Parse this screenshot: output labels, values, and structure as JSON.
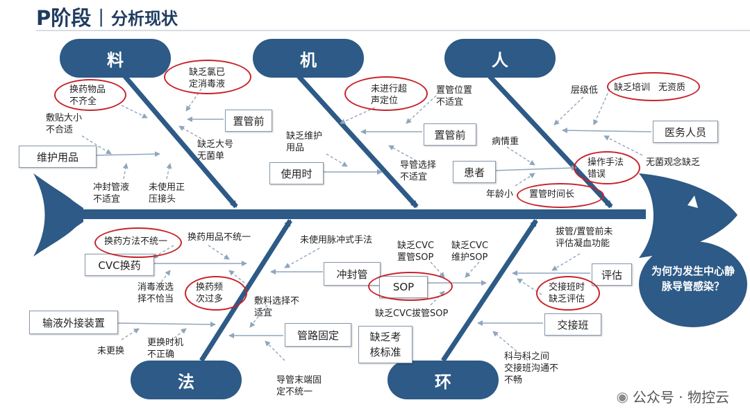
{
  "header": {
    "title": "P阶段",
    "separator": "|",
    "subtitle": "分析现状"
  },
  "categories": {
    "material": "料",
    "machine": "机",
    "people": "人",
    "method": "法",
    "environment": "环"
  },
  "question": "为何为发生中心静脉导管感染？",
  "material": {
    "box_before": "置管前",
    "box_supplies": "维护用品",
    "label_incomplete": "换药物品\n不齐全",
    "label_disinfect": "缺乏氯已\n定消毒液",
    "label_dressing": "敷贴大小\n不合适",
    "label_sterile": "缺乏大号\n无菌单",
    "label_seal": "冲封管液\n不适宜",
    "label_connector": "未使用正\n压接头"
  },
  "machine": {
    "box_before": "置管前",
    "box_use": "使用时",
    "label_ultrasound": "未进行超\n声定位",
    "label_position": "置管位置\n不适宜",
    "label_lack": "缺乏维护\n用品",
    "label_choice": "导管选择\n不适宜"
  },
  "people": {
    "box_staff": "医务人员",
    "box_patient": "患者",
    "label_level": "层级低",
    "label_training": "缺乏培训",
    "label_quality": "无资质",
    "label_sick": "病情重",
    "label_operation": "操作手法\n错误",
    "label_aseptic": "无菌观念缺乏",
    "label_age": "年龄小",
    "label_duration": "置管时间长"
  },
  "method": {
    "box_cvc": "CVC换药",
    "box_infusion": "输液外接装置",
    "box_flush": "冲封管",
    "box_fix": "管路固定",
    "label_method": "换药方法不统一",
    "label_supplies": "换药用品不统一",
    "label_pulse": "未使用脉冲式手法",
    "label_solution": "消毒液选\n择不恰当",
    "label_frequency": "换药频\n次过多",
    "label_dressing_choice": "敷料选择不\n适宜",
    "label_not_replaced": "未更换",
    "label_timing": "更换时机\n不正确",
    "label_tail": "导管末端固\n定不统一"
  },
  "environment": {
    "box_sop": "SOP",
    "box_assess": "评估",
    "box_handover": "交接班",
    "box_standard": "缺乏考\n核标准",
    "label_sop_place": "缺乏CVC\n置管SOP",
    "label_sop_maintain": "缺乏CVC\n维护SOP",
    "label_sop_remove": "缺乏CVC拔管SOP",
    "label_coag": "拔管/置管前未\n评估凝血功能",
    "label_handover_assess": "交接班时\n缺乏评估",
    "label_dept": "科与科之间\n交接班沟通不\n不畅"
  },
  "watermark": {
    "text": "公众号 · 物控云"
  },
  "colors": {
    "primary": "#2d5a86",
    "highlight": "#c8232a",
    "text": "#222222"
  }
}
